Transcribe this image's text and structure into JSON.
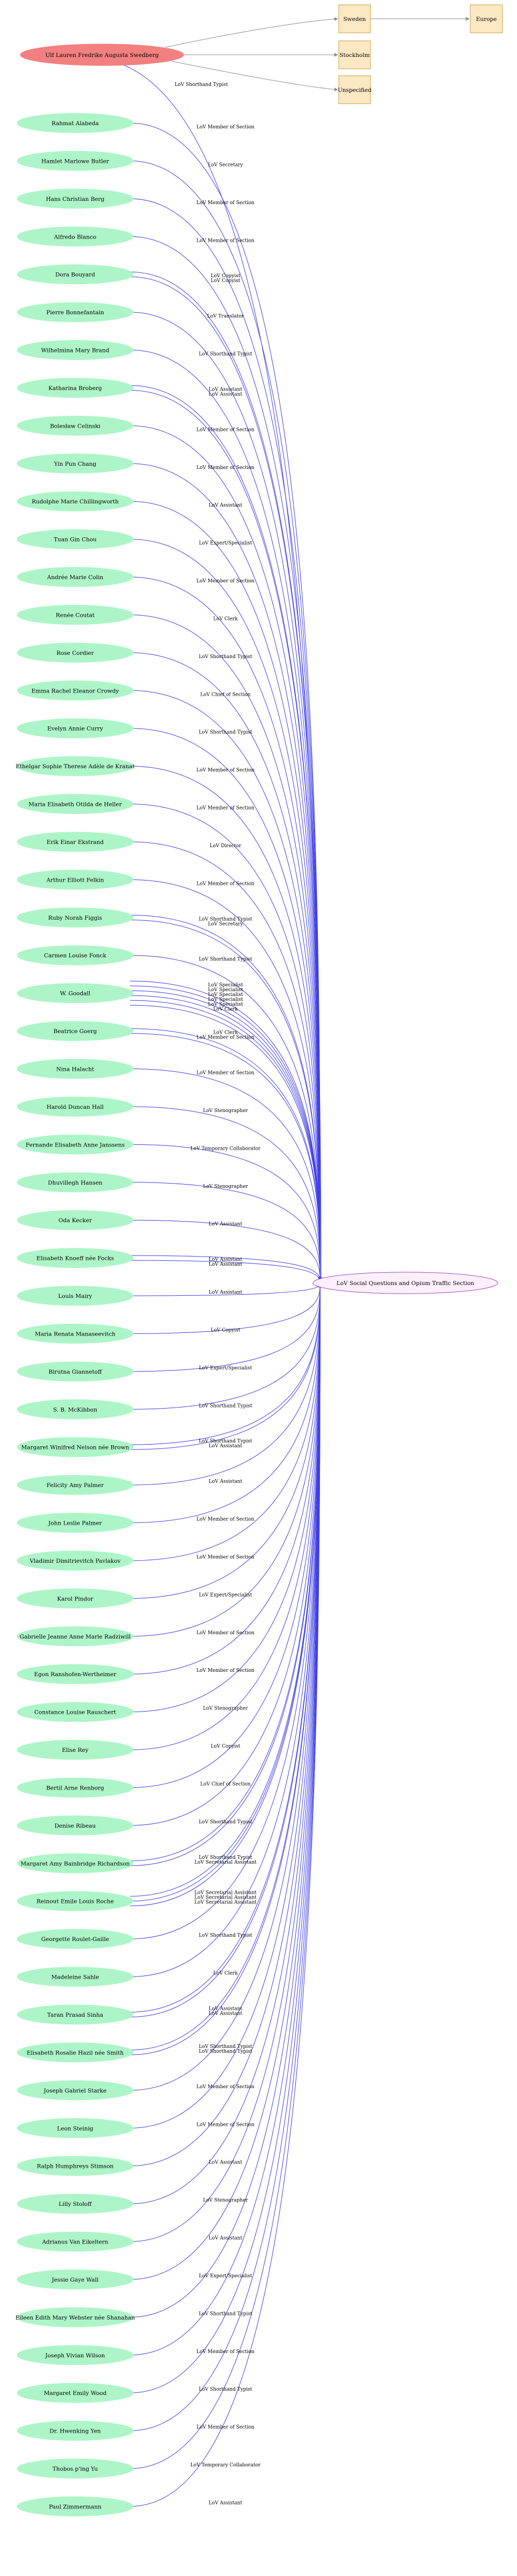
{
  "root": {
    "label": "Ulf Lauren Fredrike Augusta Swedberg"
  },
  "places": [
    {
      "id": "sweden",
      "label": "Sweden"
    },
    {
      "id": "europe",
      "label": "Europe"
    },
    {
      "id": "stockholm",
      "label": "Stockholm"
    },
    {
      "id": "unspecified",
      "label": "Unspecified"
    }
  ],
  "root_to_section_label": "LoV Shorthand Typist",
  "section": {
    "label": "LoV Social Questions and Opium Traffic Section"
  },
  "people": [
    {
      "label": "Rahmat Alabeda",
      "roles": [
        "LoV Member of Section"
      ]
    },
    {
      "label": "Hamlet Marlowe Butler",
      "roles": [
        "LoV Secretary"
      ]
    },
    {
      "label": "Hans Christian Berg",
      "roles": [
        "LoV Member of Section"
      ]
    },
    {
      "label": "Alfredo Blanco",
      "roles": [
        "LoV Member of Section"
      ]
    },
    {
      "label": "Dora Bouyard",
      "roles": [
        "LoV Copyist",
        "LoV Copyist"
      ]
    },
    {
      "label": "Pierre Bonnefantain",
      "roles": [
        "LoV Translator"
      ]
    },
    {
      "label": "Wilhelmina Mary Brand",
      "roles": [
        "LoV Shorthand Typist"
      ]
    },
    {
      "label": "Katharina Broberg",
      "roles": [
        "LoV Assistant",
        "LoV Assistant"
      ]
    },
    {
      "label": "Bolesław Celinski",
      "roles": [
        "LoV Member of Section"
      ]
    },
    {
      "label": "Yin Pun Chang",
      "roles": [
        "LoV Member of Section"
      ]
    },
    {
      "label": "Rudolphe Marie Chillingworth",
      "roles": [
        "LoV Assistant"
      ]
    },
    {
      "label": "Tuan Gin Chou",
      "roles": [
        "LoV Expert/Specialist"
      ]
    },
    {
      "label": "Andrée Marie Colin",
      "roles": [
        "LoV Member of Section"
      ]
    },
    {
      "label": "Renée Coutat",
      "roles": [
        "LoV Clerk"
      ]
    },
    {
      "label": "Rose Cordier",
      "roles": [
        "LoV Shorthand Typist"
      ]
    },
    {
      "label": "Emma Rachel Eleanor Crowdy",
      "roles": [
        "LoV Chief of Section"
      ]
    },
    {
      "label": "Evelyn Annie Curry",
      "roles": [
        "LoV Shorthand Typist"
      ]
    },
    {
      "label": "Ethelgar Sophie Therese Adèle de Kranat",
      "roles": [
        "LoV Member of Section"
      ]
    },
    {
      "label": "Maria Elisabeth Otilda de Heller",
      "roles": [
        "LoV Member of Section"
      ]
    },
    {
      "label": "Erik Einar Ekstrand",
      "roles": [
        "LoV Director"
      ]
    },
    {
      "label": "Arthur Elliott Felkin",
      "roles": [
        "LoV Member of Section"
      ]
    },
    {
      "label": "Ruby Norah Figgis",
      "roles": [
        "LoV Shorthand Typist",
        "LoV Secretary"
      ]
    },
    {
      "label": "Carmen Louise Fonck",
      "roles": [
        "LoV Shorthand Typist"
      ]
    },
    {
      "label": "W. Goodall",
      "roles": [
        "LoV Specialist",
        "LoV Specialist",
        "LoV Specialist",
        "LoV Specialist",
        "LoV Specialist",
        "LoV Clerk"
      ]
    },
    {
      "label": "Beatrice Goerg",
      "roles": [
        "LoV Clerk",
        "LoV Member of Section"
      ]
    },
    {
      "label": "Nina Halacht",
      "roles": [
        "LoV Member of Section"
      ]
    },
    {
      "label": "Harold Duncan Hall",
      "roles": [
        "LoV Stenographer"
      ]
    },
    {
      "label": "Fernande Elisabeth Anne Janssens",
      "roles": [
        "LoV Temporary Collaborator"
      ]
    },
    {
      "label": "Dhuvillegh Hansen",
      "roles": [
        "LoV Stenographer"
      ]
    },
    {
      "label": "Oda Kecker",
      "roles": [
        "LoV Assistant"
      ]
    },
    {
      "label": "Elisabeth Knoeff née Focks",
      "roles": [
        "LoV Assistant",
        "LoV Assistant"
      ]
    },
    {
      "label": "Louis Mairy",
      "roles": [
        "LoV Assistant"
      ]
    },
    {
      "label": "Maria Renata Manaseevitch",
      "roles": [
        "LoV Copyist"
      ]
    },
    {
      "label": "Birutna Giannetoff",
      "roles": [
        "LoV Expert/Specialist"
      ]
    },
    {
      "label": "S. B. McKibbon",
      "roles": [
        "LoV Shorthand Typist"
      ]
    },
    {
      "label": "Margaret Winifred Nelson née Brown",
      "roles": [
        "LoV Shorthand Typist",
        "LoV Assistant"
      ]
    },
    {
      "label": "Felicity Amy Palmer",
      "roles": [
        "LoV Assistant"
      ]
    },
    {
      "label": "John Leslie Palmer",
      "roles": [
        "LoV Member of Section"
      ]
    },
    {
      "label": "Vladimir Dimitrievitch Pavlakov",
      "roles": [
        "LoV Member of Section"
      ]
    },
    {
      "label": "Karol Pindor",
      "roles": [
        "LoV Expert/Specialist"
      ]
    },
    {
      "label": "Gabrielle Jeanne Anne Marie Radziwill",
      "roles": [
        "LoV Member of Section"
      ]
    },
    {
      "label": "Egon Ranshofen-Wertheimer",
      "roles": [
        "LoV Member of Section"
      ]
    },
    {
      "label": "Constance Louise Rauschert",
      "roles": [
        "LoV Stenographer"
      ]
    },
    {
      "label": "Elise Rey",
      "roles": [
        "LoV Copyist"
      ]
    },
    {
      "label": "Bertil Arne Renborg",
      "roles": [
        "LoV Chief of Section"
      ]
    },
    {
      "label": "Denise Ribeau",
      "roles": [
        "LoV Shorthand Typist"
      ]
    },
    {
      "label": "Margaret Amy Bainbridge Richardson",
      "roles": [
        "LoV Shorthand Typist",
        "LoV Secretarial Assistant"
      ]
    },
    {
      "label": "Reinout Emile Louis Roche",
      "roles": [
        "LoV Secretarial Assistant",
        "LoV Secretarial Assistant",
        "LoV Secretarial Assistant"
      ]
    },
    {
      "label": "Georgette Roulet-Gaille",
      "roles": [
        "LoV Shorthand Typist"
      ]
    },
    {
      "label": "Madeleine Sahle",
      "roles": [
        "LoV Clerk"
      ]
    },
    {
      "label": "Taran Prasad Sinha",
      "roles": [
        "LoV Assistant",
        "LoV Assistant"
      ]
    },
    {
      "label": "Elisabeth Rosalie Hazil née Smith",
      "roles": [
        "LoV Shorthand Typist",
        "LoV Shorthand Typist"
      ]
    },
    {
      "label": "Joseph Gabriel Starke",
      "roles": [
        "LoV Member of Section"
      ]
    },
    {
      "label": "Leon Steinig",
      "roles": [
        "LoV Member of Section"
      ]
    },
    {
      "label": "Ralph Humphreys Stimson",
      "roles": [
        "LoV Assistant"
      ]
    },
    {
      "label": "Lilly Stoloff",
      "roles": [
        "LoV Stenographer"
      ]
    },
    {
      "label": "Adrianus Van Eikeltern",
      "roles": [
        "LoV Assistant"
      ]
    },
    {
      "label": "Jessie Gaye Wall",
      "roles": [
        "LoV Expert/Specialist"
      ]
    },
    {
      "label": "Eileen Edith Mary Webster née Shanahan",
      "roles": [
        "LoV Shorthand Typist"
      ]
    },
    {
      "label": "Joseph Vivian Wilson",
      "roles": [
        "LoV Member of Section"
      ]
    },
    {
      "label": "Margaret Emily Wood",
      "roles": [
        "LoV Shorthand Typist"
      ]
    },
    {
      "label": "Dr. Hwenking Yen",
      "roles": [
        "LoV Member of Section"
      ]
    },
    {
      "label": "Thobos p'ing Yu",
      "roles": [
        "LoV Temporary Collaborator"
      ]
    },
    {
      "label": "Paul Zimmermann",
      "roles": [
        "LoV Assistant"
      ]
    }
  ],
  "colors": {
    "person_fill": "#adf5c8",
    "root_fill": "#f28080",
    "section_fill": "#fdeffb",
    "section_stroke": "#a14ac9",
    "box_fill": "#fde8c4",
    "blue_edge": "#3f3fe8",
    "grey_edge": "#8c8c8c"
  }
}
